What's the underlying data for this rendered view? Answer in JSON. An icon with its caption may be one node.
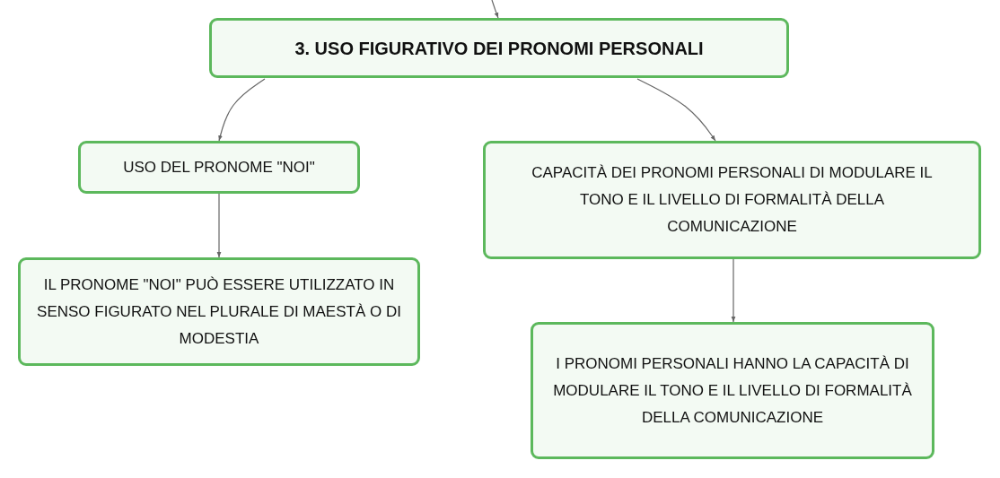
{
  "diagram": {
    "nodes": [
      {
        "text": [
          "3. USO FIGURATIVO DEI PRONOMI PERSONALI"
        ]
      },
      {
        "text": [
          "USO DEL PRONOME \"NOI\""
        ]
      },
      {
        "text": [
          "CAPACITÀ DEI PRONOMI PERSONALI DI MODULARE IL TONO E IL LIVELLO DI FORMALITÀ DELLA COMUNICAZIONE"
        ]
      },
      {
        "text": [
          "IL PRONOME \"NOI\" PUÒ ESSERE UTILIZZATO IN SENSO FIGURATO NEL PLURALE DI MAESTÀ O DI MODESTIA"
        ]
      },
      {
        "text": [
          "I PRONOMI PERSONALI HANNO LA CAPACITÀ DI MODULARE IL TONO E IL LIVELLO DI FORMALITÀ DELLA COMUNICAZIONE"
        ]
      }
    ],
    "edges": [
      {
        "from": null,
        "to": 0,
        "arrow": "to"
      },
      {
        "from": 0,
        "to": 1,
        "arrow": "to"
      },
      {
        "from": 0,
        "to": 2,
        "arrow": "to"
      },
      {
        "from": 1,
        "to": 3,
        "arrow": "to"
      },
      {
        "from": 2,
        "to": 4,
        "arrow": "to"
      }
    ]
  }
}
